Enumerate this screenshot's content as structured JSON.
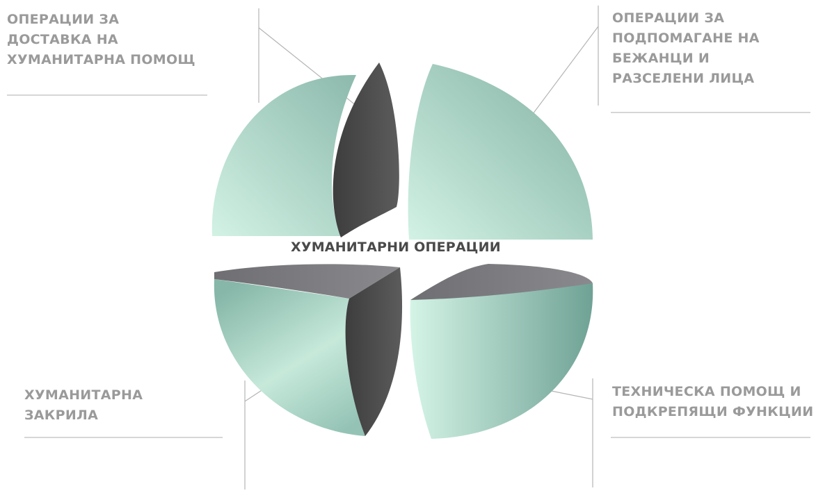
{
  "center_title": "ХУМАНИТАРНИ ОПЕРАЦИИ",
  "labels": {
    "top_left": [
      "ОПЕРАЦИИ ЗА",
      "ДОСТАВКА НА",
      "ХУМАНИТАРНА ПОМОЩ"
    ],
    "top_right": [
      "ОПЕРАЦИИ ЗА",
      "ПОДПОМАГАНЕ НА",
      "БЕЖАНЦИ И",
      "РАЗСЕЛЕНИ ЛИЦА"
    ],
    "bottom_left": [
      "ХУМАНИТАРНА",
      "ЗАКРИЛА"
    ],
    "bottom_right": [
      "ТЕХНИЧЕСКА ПОМОЩ И",
      "ПОДКРЕПЯЩИ ФУНКЦИИ"
    ]
  },
  "colors": {
    "segment_light": "#cdeee0",
    "segment_dark": "#7fb0a2",
    "cut_face": "#4e4e4e",
    "top_face": "#7f7f83",
    "label_text": "#9a9a9a",
    "center_text": "#4a4a4a",
    "rule": "#b8b8b8"
  }
}
